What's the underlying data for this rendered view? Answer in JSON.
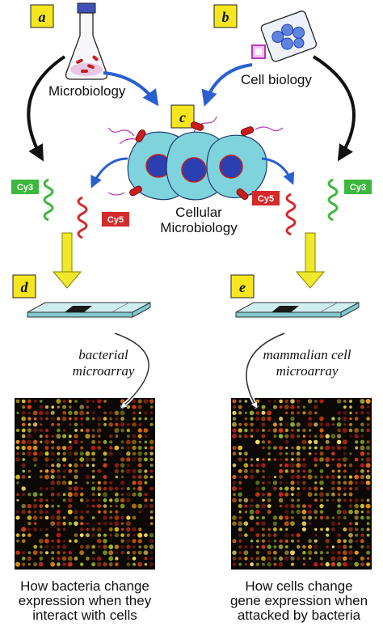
{
  "panels": {
    "a": {
      "letter": "a",
      "label": "Microbiology"
    },
    "b": {
      "letter": "b",
      "label": "Cell biology"
    },
    "c": {
      "letter": "c",
      "label_line1": "Cellular",
      "label_line2": "Microbiology"
    },
    "d": {
      "letter": "d",
      "array_line1": "bacterial",
      "array_line2": "microarray"
    },
    "e": {
      "letter": "e",
      "array_line1": "mammalian cell",
      "array_line2": "microarray"
    }
  },
  "dyes": {
    "cy3": "Cy3",
    "cy5": "Cy5"
  },
  "captions": {
    "left": [
      "How bacteria change",
      "expression when they",
      "interact with cells"
    ],
    "right": [
      "How cells change",
      "gene expression when",
      "attacked by bacteria"
    ]
  },
  "colors": {
    "badge": "#f5e61e",
    "cy3": "#3cb83c",
    "cy5": "#d42a2a",
    "blue_arrow": "#2a5fd0",
    "yellow_arrow": "#f0e82a",
    "cell": "#7fd3dc",
    "nucleus": "#2b3fb0",
    "bacterium": "#c81e1e",
    "flagella": "#b03bb8",
    "microarray_bg": "#0c0805"
  },
  "icons": [
    "flask-icon",
    "culture-flask-icon",
    "microarray-slide-icon"
  ]
}
